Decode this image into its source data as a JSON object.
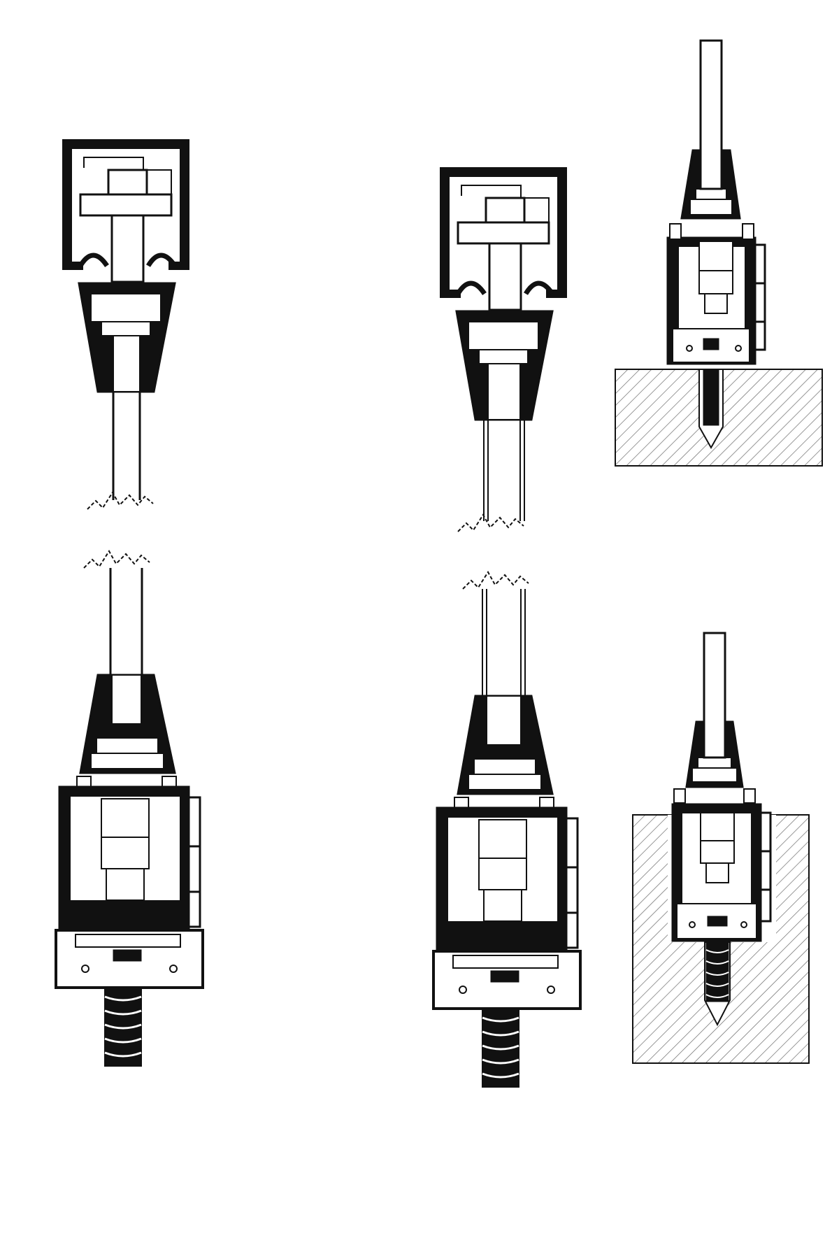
{
  "diagram": {
    "kind": "technical-cross-section",
    "labels": [],
    "colors": {
      "ink": "#111111",
      "background": "#ffffff",
      "hatch": "#6b6b6b",
      "fill_light": "#ffffff"
    },
    "components": [
      {
        "id": "top-left",
        "name": "hanger-top-cable-clamp",
        "icon": "rail-carriage-with-cable-gripper"
      },
      {
        "id": "top-mid",
        "name": "hanger-top-cable-clamp-sleeved",
        "icon": "rail-carriage-with-cable-gripper"
      },
      {
        "id": "top-right",
        "name": "ceiling-anchor-cable-gripper",
        "icon": "anchor-in-hatched-block"
      },
      {
        "id": "bottom-left",
        "name": "bottom-cable-gripper-threaded-stud",
        "icon": "cable-gripper-with-threaded-stud"
      },
      {
        "id": "bottom-mid",
        "name": "bottom-cable-gripper-threaded-stud-sleeved",
        "icon": "cable-gripper-with-threaded-stud"
      },
      {
        "id": "bottom-right",
        "name": "embedded-anchor-cable-gripper",
        "icon": "anchor-in-hatched-block"
      }
    ]
  }
}
